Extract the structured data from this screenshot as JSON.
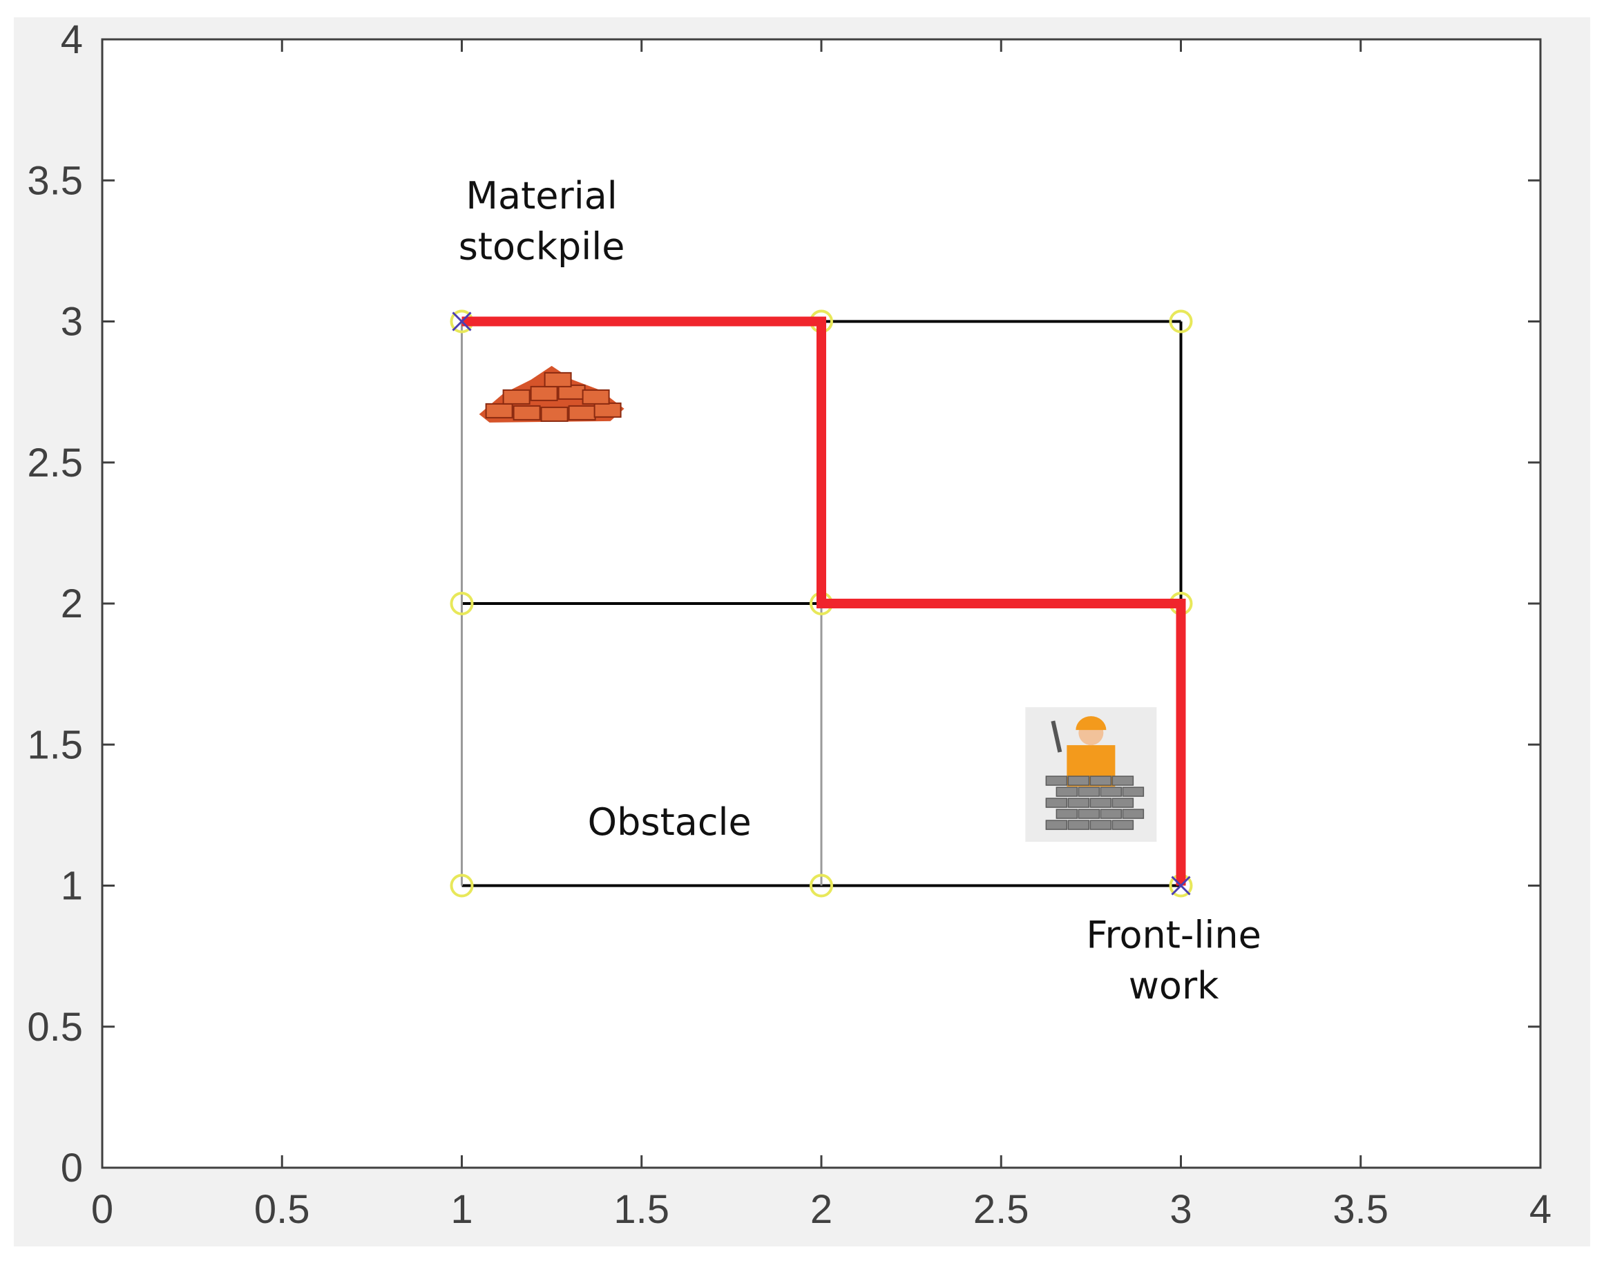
{
  "chart_data": {
    "type": "line",
    "title": "",
    "xlabel": "",
    "ylabel": "",
    "xlim": [
      0,
      4
    ],
    "ylim": [
      0,
      4
    ],
    "grid": false,
    "x_ticks": [
      "0",
      "0.5",
      "1",
      "1.5",
      "2",
      "2.5",
      "3",
      "3.5",
      "4"
    ],
    "y_ticks": [
      "0",
      "0.5",
      "1",
      "1.5",
      "2",
      "2.5",
      "3",
      "3.5",
      "4"
    ],
    "nodes": [
      {
        "x": 1,
        "y": 3
      },
      {
        "x": 2,
        "y": 3
      },
      {
        "x": 3,
        "y": 3
      },
      {
        "x": 1,
        "y": 2
      },
      {
        "x": 2,
        "y": 2
      },
      {
        "x": 3,
        "y": 2
      },
      {
        "x": 1,
        "y": 1
      },
      {
        "x": 2,
        "y": 1
      },
      {
        "x": 3,
        "y": 1
      }
    ],
    "edges": [
      {
        "from": [
          2,
          3
        ],
        "to": [
          3,
          3
        ],
        "style": "dark"
      },
      {
        "from": [
          3,
          3
        ],
        "to": [
          3,
          2
        ],
        "style": "dark"
      },
      {
        "from": [
          1,
          2
        ],
        "to": [
          2,
          2
        ],
        "style": "dark"
      },
      {
        "from": [
          1,
          1
        ],
        "to": [
          3,
          1
        ],
        "style": "dark"
      },
      {
        "from": [
          1,
          3
        ],
        "to": [
          1,
          1
        ],
        "style": "light"
      },
      {
        "from": [
          2,
          2
        ],
        "to": [
          2,
          1
        ],
        "style": "light"
      }
    ],
    "series": [
      {
        "x": [
          1,
          2,
          2,
          3,
          3
        ],
        "y": [
          3,
          3,
          2,
          2,
          1
        ],
        "color": "#f0252c"
      }
    ],
    "annotations": [
      {
        "text": "Material",
        "x": 1.03,
        "y": 3.4
      },
      {
        "text": "stockpile",
        "x": 1.03,
        "y": 3.22
      },
      {
        "text": "Obstacle",
        "x": 1.35,
        "y": 1.18
      },
      {
        "text": "Front-line",
        "x": 2.98,
        "y": 0.78
      },
      {
        "text": "work",
        "x": 2.98,
        "y": 0.6
      }
    ],
    "icons": [
      {
        "name": "brick-pile-icon",
        "x": 1.25,
        "y": 2.72
      },
      {
        "name": "bricklayer-worker-icon",
        "x": 2.75,
        "y": 1.4
      }
    ],
    "colors": {
      "path": "#f0252c",
      "edge_dark": "#000000",
      "edge_light": "#9a9a9a",
      "node_marker": "#e8e85a",
      "endpoint_marker": "#4a3fb0",
      "axis": "#404040"
    }
  }
}
